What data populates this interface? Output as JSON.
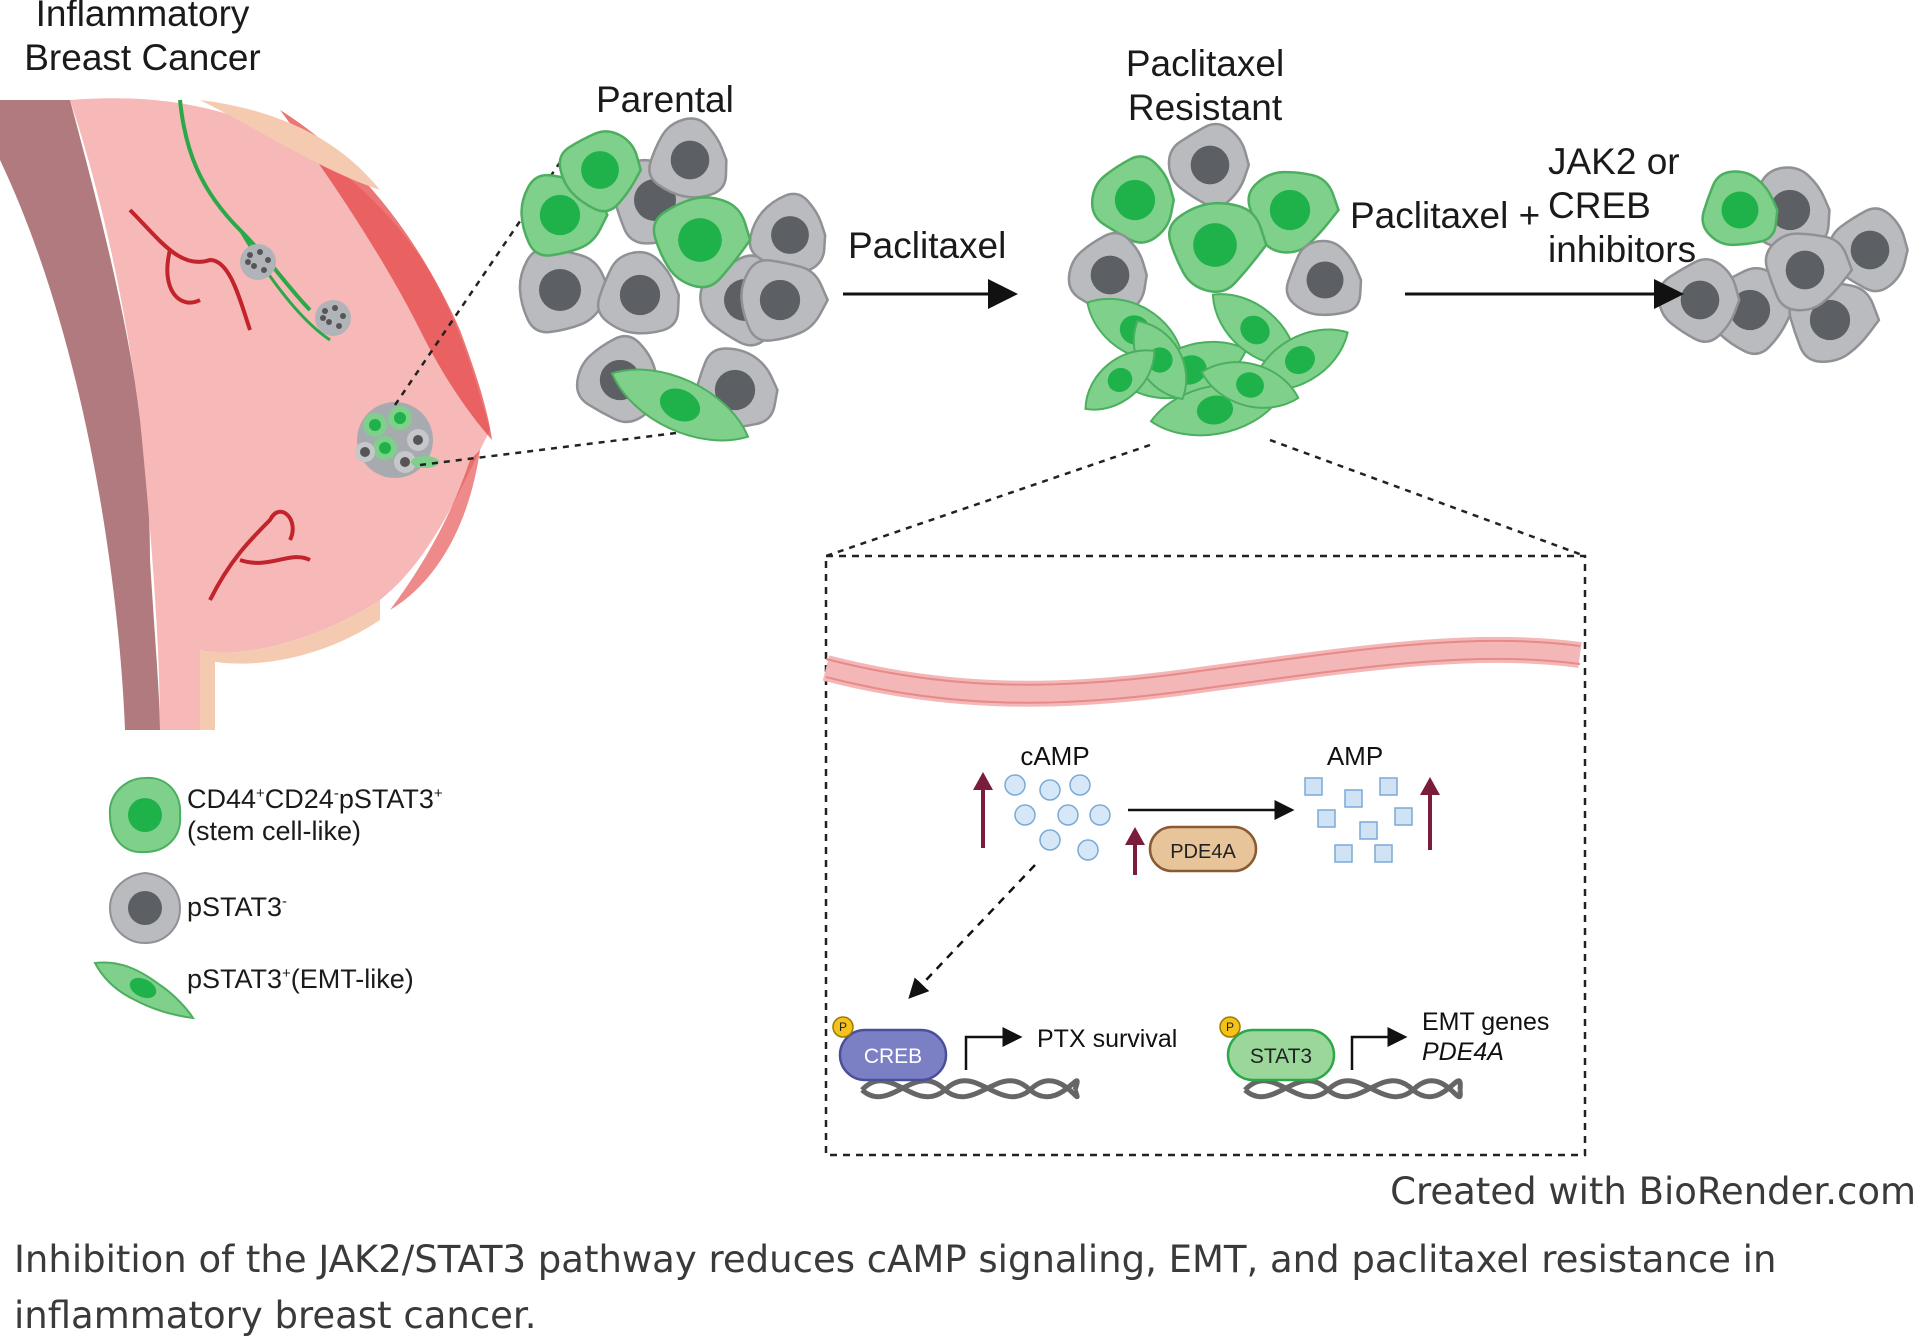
{
  "title": {
    "line1": "Inflammatory",
    "line2": "Breast Cancer"
  },
  "stages": {
    "parental": "Parental",
    "resistant_line1": "Paclitaxel",
    "resistant_line2": "Resistant"
  },
  "arrows": {
    "treatment1": "Paclitaxel",
    "treatment2_prefix": "Paclitaxel +",
    "treatment2_line1": "JAK2 or",
    "treatment2_line2": "CREB",
    "treatment2_line3": "inhibitors"
  },
  "legend": [
    {
      "label_main": "CD44",
      "sup1": "+",
      "mid": "CD24",
      "sup2": "-",
      "tail": "pSTAT3",
      "sup3": "+",
      "line2": "(stem cell-like)",
      "icon": "green-cell-icon"
    },
    {
      "label_main": "pSTAT3",
      "sup1": "-",
      "icon": "gray-cell-icon"
    },
    {
      "label_main": "pSTAT3",
      "sup1": "+",
      "tail": "(EMT-like)",
      "icon": "spindle-cell-icon"
    }
  ],
  "pathway": {
    "camp": "cAMP",
    "amp": "AMP",
    "pde4a": "PDE4A",
    "phospho": "P",
    "creb": "CREB",
    "stat3": "STAT3",
    "ptx_survival": "PTX survival",
    "emt_genes": "EMT genes",
    "pde4a_gene": "PDE4A"
  },
  "credit": "Created with BioRender.com",
  "caption": "Inhibition of the JAK2/STAT3 pathway reduces cAMP signaling, EMT, and paclitaxel resistance in inflammatory breast cancer.",
  "colors": {
    "stem_green": "#7fd08a",
    "stem_nucleus": "#1fb24a",
    "gray_cell": "#b9bbbe",
    "gray_nucleus": "#5c5f63",
    "breast_pink": "#f7b8b8",
    "skin_red": "#e23c3c",
    "muscle": "#b07a7e",
    "arrow_up": "#7a1d3a",
    "creb_purple": "#7b80c4",
    "stat3_green": "#9bd79a",
    "pde4a_tan": "#e8c49a"
  }
}
